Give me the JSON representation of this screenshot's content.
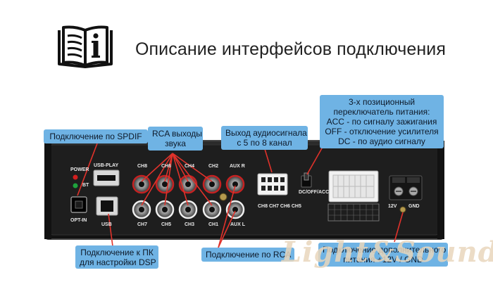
{
  "title": "Описание интерфейсов подключения",
  "device_labels": {
    "power": "POWER",
    "bt": "BT",
    "opt_in": "OPT-IN",
    "usb_play": "USB-PLAY",
    "usb": "USB",
    "ch8": "CH8",
    "ch6": "CH6",
    "ch4": "CH4",
    "ch2": "CH2",
    "aux_r": "AUX R",
    "ch7": "CH7",
    "ch5": "CH5",
    "ch3": "CH3",
    "ch1": "CH1",
    "aux_l": "AUX L",
    "out_channels": "CH8 CH7 CH6 CH5",
    "dc_switch": "DC/OFF/ACC",
    "v12": "12V",
    "gnd": "GND"
  },
  "callouts": {
    "spdif": "Подключение по SPDIF",
    "rca_out_1": "RCA выходы",
    "rca_out_2": "звука",
    "audio_out_1": "Выход аудиосигнала",
    "audio_out_2": "с 5 по 8 канал",
    "switch_1": "3-х позиционный",
    "switch_2": "переключатель питания:",
    "switch_3": "ACC - по сигналу зажигания",
    "switch_4": "OFF - отключение усилителя",
    "switch_5": "DC - по аудио сигналу",
    "pc_1": "Подключение к ПК",
    "pc_2": "для настройки DSP",
    "rca_in": "Подключение по RCA",
    "power_1": "Подключение дополнительного",
    "power_2": "питания +12V / GND"
  },
  "watermark": "Light&Sound",
  "colors": {
    "callout": "#6fb3e4",
    "device": "#1b1b1b",
    "arrow": "#e0322b"
  },
  "icons": [
    "book-info-icon"
  ]
}
